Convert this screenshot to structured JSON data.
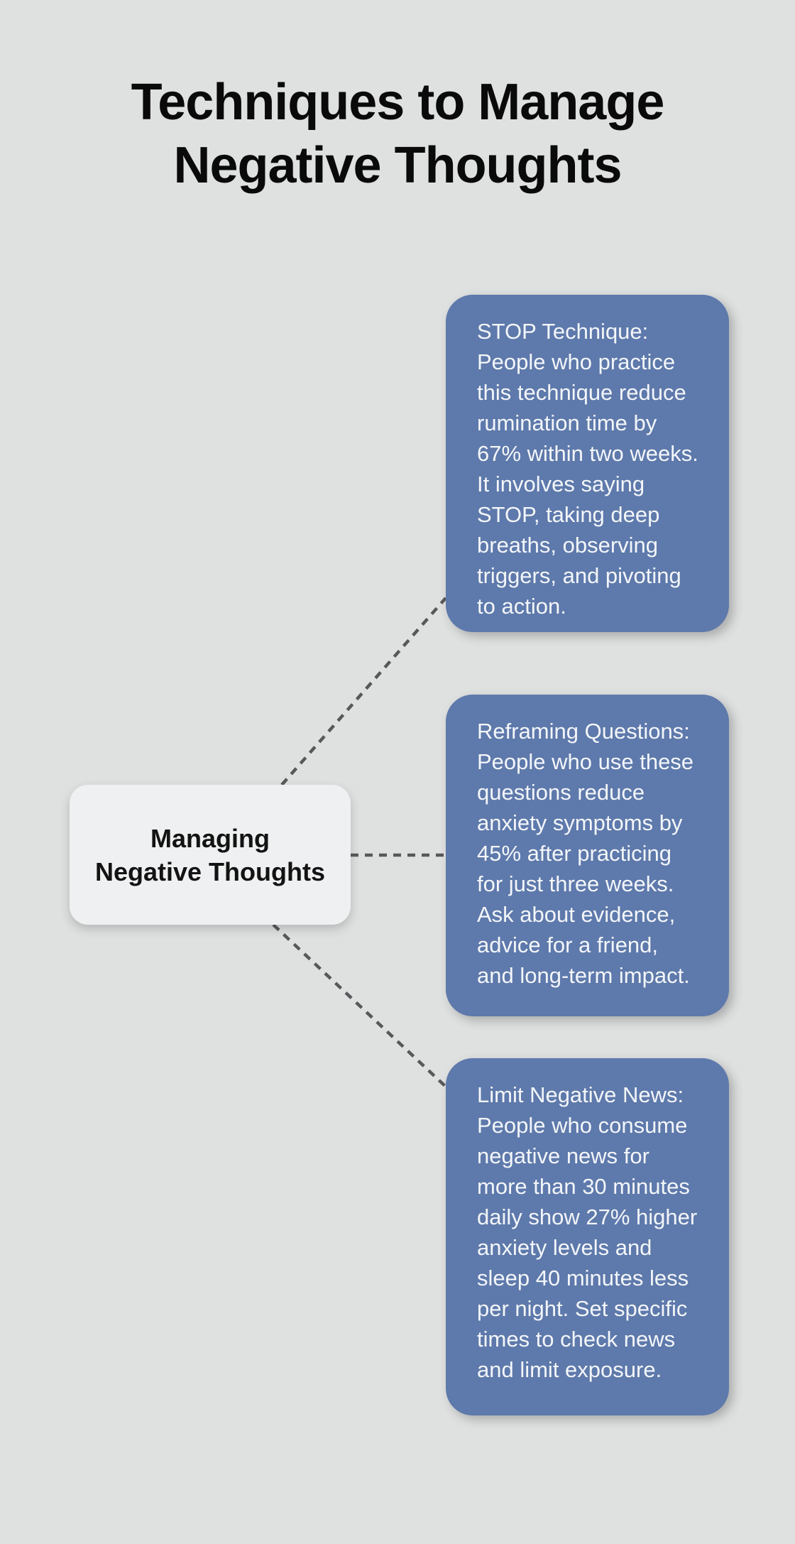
{
  "page": {
    "title": "Techniques to Manage Negative Thoughts",
    "title_lines": [
      "Techniques to Manage",
      "Negative Thoughts"
    ]
  },
  "colors": {
    "background": "#dfe1e1",
    "title_text": "#0a0a0a",
    "root_fill": "#eff0f1",
    "root_text": "#131313",
    "branch_fill": "#5e79ab",
    "branch_text": "#f3f6f9",
    "connector": "#58585a"
  },
  "mindmap": {
    "root": {
      "label": "Managing Negative Thoughts",
      "lines": [
        "Managing",
        "Negative Thoughts"
      ]
    },
    "branches": [
      {
        "name": "stop-technique",
        "text": "STOP Technique:\nPeople who practice\nthis technique reduce\nrumination time by\n67% within two weeks.\nIt involves saying\nSTOP, taking deep\nbreaths, observing\ntriggers, and pivoting\nto action."
      },
      {
        "name": "reframing-questions",
        "text": "Reframing Questions:\nPeople who use these\nquestions reduce\nanxiety symptoms by\n45% after practicing\nfor just three weeks.\nAsk about evidence,\nadvice for a friend,\nand long-term impact."
      },
      {
        "name": "limit-negative-news",
        "text": "Limit Negative News:\nPeople who consume\nnegative news for\nmore than 30 minutes\ndaily show 27% higher\nanxiety levels and\nsleep 40 minutes less\nper night. Set specific\ntimes to check news\nand limit exposure."
      }
    ]
  }
}
